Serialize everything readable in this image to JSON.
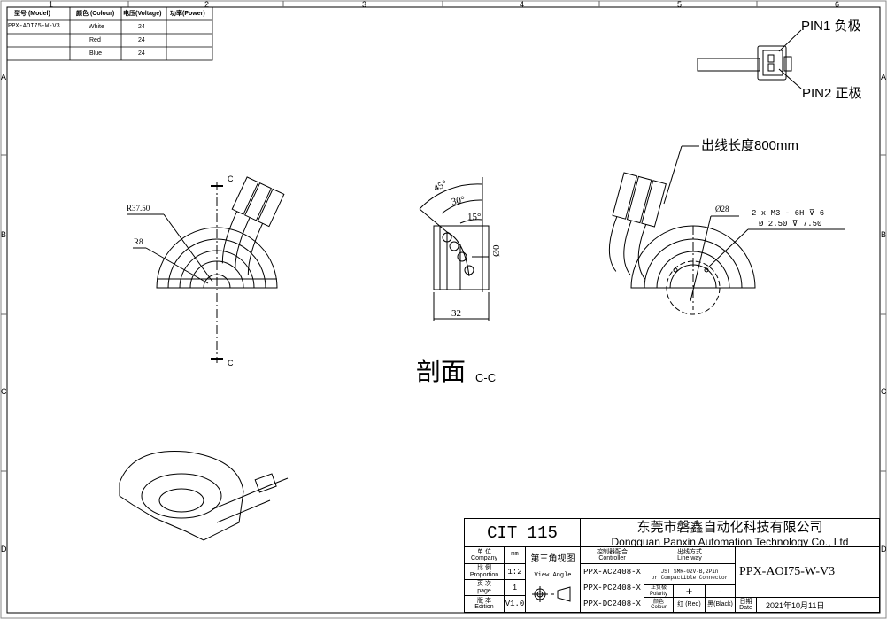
{
  "frame": {
    "columns": [
      "1",
      "2",
      "3",
      "4",
      "5",
      "6"
    ],
    "rows": [
      "A",
      "B",
      "C",
      "D"
    ]
  },
  "spec_table": {
    "headers": [
      "型号 (Model)",
      "颜色 (Colour)",
      "电压(Voltage)",
      "功率(Power)"
    ],
    "rows": [
      [
        "PPX-AOI75-W-V3",
        "White",
        "24",
        ""
      ],
      [
        "",
        "Red",
        "24",
        ""
      ],
      [
        "",
        "Blue",
        "24",
        ""
      ]
    ]
  },
  "connector": {
    "pin1": "PIN1 负极",
    "pin2": "PIN2 正极"
  },
  "front_view": {
    "r_outer": "R37.50",
    "r_inner": "R8",
    "section_top": "C",
    "section_bottom": "C"
  },
  "section_view": {
    "angle1": "45°",
    "angle2": "30°",
    "angle3": "15°",
    "dia": "Ø0",
    "width": "32",
    "title": "剖面",
    "title_suffix": "C-C"
  },
  "right_view": {
    "cable_length": "出线长度800mm",
    "dia": "Ø28",
    "hole_line1": "2 x  M3 - 6H ⊽ 6",
    "hole_line2": "Ø 2.50 ⊽ 7.50"
  },
  "title_block": {
    "code": "CIT 115",
    "company_cn": "东莞市磐鑫自动化科技有限公司",
    "company_en": "Dongguan Panxin Automation Technology Co., Ltd",
    "unit_label_cn": "单 位",
    "unit_label_en": "Company",
    "unit_value": "mm",
    "scale_label_cn": "比 例",
    "scale_label_en": "Proportion",
    "scale_value": "1:2",
    "page_label_cn": "页 次",
    "page_label_en": "page",
    "page_value": "1",
    "edition_label_cn": "版 本",
    "edition_label_en": "Edition",
    "edition_value": "V1.0",
    "projection_cn": "第三角视图",
    "projection_en": "View Angle",
    "controller_label_cn": "控制器配合",
    "controller_label_en": "Controller",
    "controllers": [
      "PPX-AC2408-X",
      "PPX-PC2408-X",
      "PPX-DC2408-X"
    ],
    "lineway_label_cn": "出线方式",
    "lineway_label_en": "Line way",
    "lineway_value1": "JST SMR-02V-B,2Pin",
    "lineway_value2": "or Compactible Connector",
    "polarity_label_cn": "正负极",
    "polarity_label_en": "Polarity",
    "polarity_pos": "+",
    "polarity_neg": "-",
    "colour_label_cn": "颜色",
    "colour_label_en": "Colour",
    "colour_pos": "红 (Red)",
    "colour_neg": "黑(Black)",
    "model": "PPX-AOI75-W-V3",
    "date_label_cn": "日期",
    "date_label_en": "Date",
    "date_value": "2021年10月11日"
  }
}
